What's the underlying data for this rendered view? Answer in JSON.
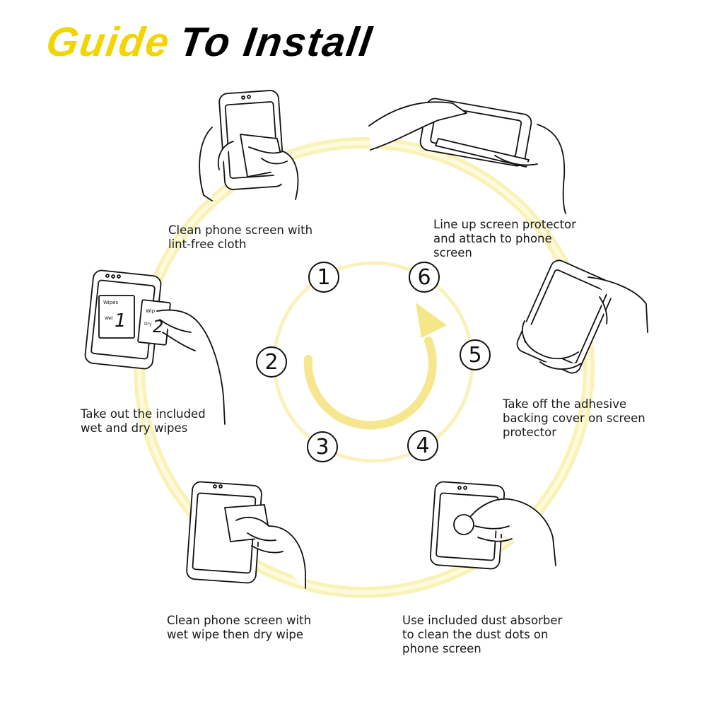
{
  "title": {
    "part1": "Guide",
    "part2": "To Install"
  },
  "colors": {
    "accent": "#f2d400",
    "ring": "#f6eaa0",
    "ink": "#111111"
  },
  "steps": [
    {
      "number": "1",
      "caption": "Clean phone screen with\nlint-free cloth"
    },
    {
      "number": "2",
      "caption": "Take out the included\nwet and dry wipes"
    },
    {
      "number": "3",
      "caption": "Clean phone screen with\nwet wipe then dry wipe"
    },
    {
      "number": "4",
      "caption": "Use included dust absorber\nto clean the dust dots on\nphone screen"
    },
    {
      "number": "5",
      "caption": "Take off the adhesive\nbacking cover on screen\nprotector"
    },
    {
      "number": "6",
      "caption": "Line up screen protector\nand attach to phone\nscreen"
    }
  ],
  "wipes": {
    "label": "Wipes",
    "wet_label": "Wet",
    "wet_number": "1",
    "dry_label": "Dry",
    "dry_number": "2"
  }
}
